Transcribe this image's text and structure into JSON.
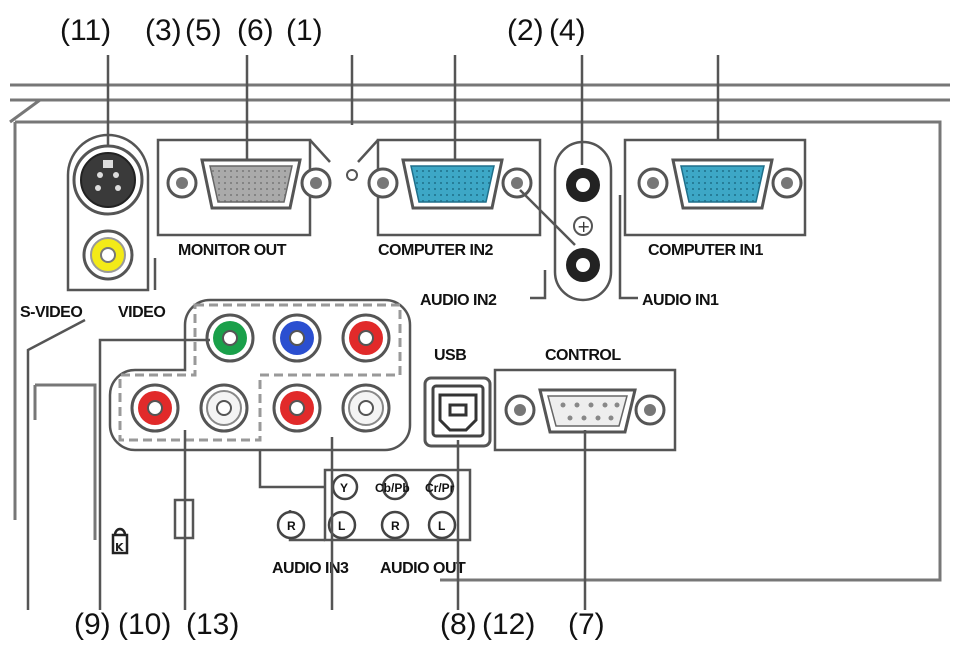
{
  "callouts_top": {
    "c11": "(11)",
    "c3": "(3)",
    "c5": "(5)",
    "c6": "(6)",
    "c1": "(1)",
    "c2": "(2)",
    "c4": "(4)"
  },
  "callouts_bottom": {
    "c9": "(9)",
    "c10": "(10)",
    "c13": "(13)",
    "c8": "(8)",
    "c12": "(12)",
    "c7": "(7)"
  },
  "ports": {
    "monitor_out": "MONITOR OUT",
    "computer_in2": "COMPUTER IN2",
    "computer_in1": "COMPUTER IN1",
    "audio_in2": "AUDIO IN2",
    "audio_in1": "AUDIO IN1",
    "s_video": "S-VIDEO",
    "video": "VIDEO",
    "usb": "USB",
    "control": "CONTROL",
    "y": "Y",
    "cb_pb": "Cb/Pb",
    "cr_pr": "Cr/Pr",
    "r1": "R",
    "l1": "L",
    "r2": "R",
    "l2": "L",
    "audio_in3": "AUDIO IN3",
    "audio_out": "AUDIO OUT"
  },
  "colors": {
    "vga_blue": "#2f9fc2",
    "jack_green": "#1aa04a",
    "jack_blue": "#2b4fd0",
    "jack_red": "#e12a2a",
    "jack_yellow": "#f3ea18"
  }
}
